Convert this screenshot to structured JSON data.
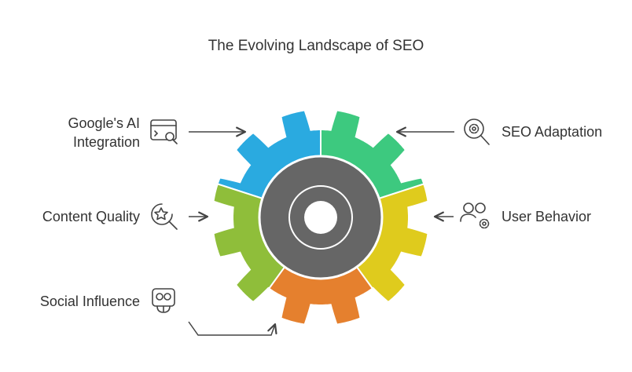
{
  "title": "The Evolving Landscape of SEO",
  "center_icon": "gear-icon",
  "segments": [
    {
      "label_lines": [
        "Google's AI",
        "Integration"
      ],
      "icon": "browser-search-icon",
      "color": "#2aaae0"
    },
    {
      "label_lines": [
        "SEO Adaptation"
      ],
      "icon": "gear-magnifier-icon",
      "color": "#3dc97f"
    },
    {
      "label_lines": [
        "User Behavior"
      ],
      "icon": "users-gear-icon",
      "color": "#dfcb1d"
    },
    {
      "label_lines": [
        "Social Influence"
      ],
      "icon": "cartoon-face-icon",
      "color": "#e5802e"
    },
    {
      "label_lines": [
        "Content Quality"
      ],
      "icon": "star-magnifier-icon",
      "color": "#8fbe3a"
    }
  ],
  "gear_hub_color": "#666666"
}
